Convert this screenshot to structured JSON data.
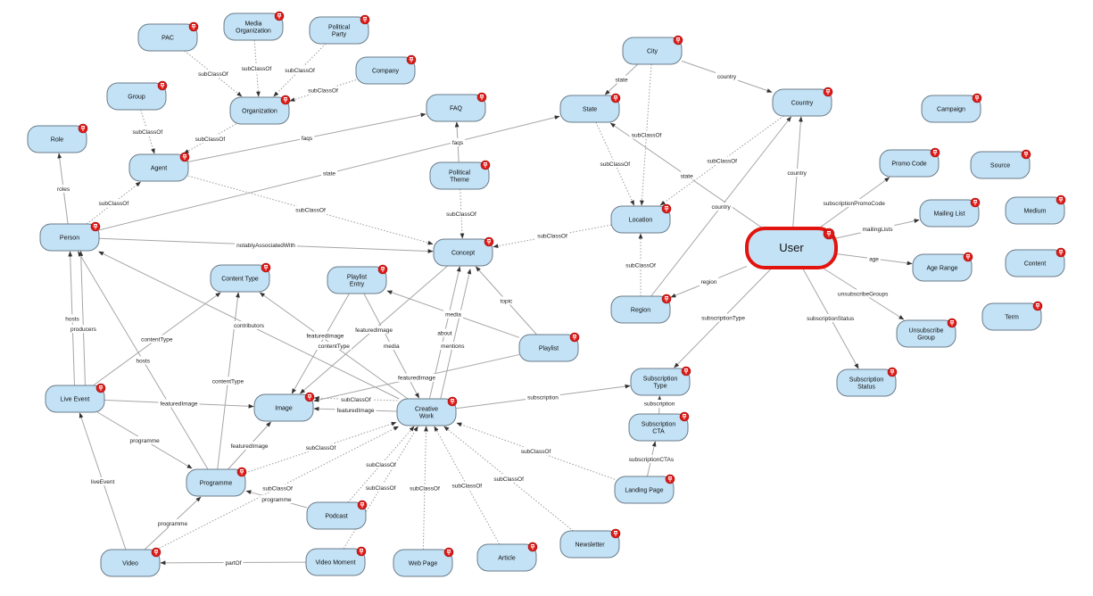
{
  "nodes": [
    {
      "id": "pac",
      "label": [
        "PAC"
      ]
    },
    {
      "id": "mediaorg",
      "label": [
        "Media",
        "Organization"
      ]
    },
    {
      "id": "polparty",
      "label": [
        "Political",
        "Party"
      ]
    },
    {
      "id": "company",
      "label": [
        "Company"
      ]
    },
    {
      "id": "group",
      "label": [
        "Group"
      ]
    },
    {
      "id": "organization",
      "label": [
        "Organization"
      ]
    },
    {
      "id": "role",
      "label": [
        "Role"
      ]
    },
    {
      "id": "agent",
      "label": [
        "Agent"
      ]
    },
    {
      "id": "faq",
      "label": [
        "FAQ"
      ]
    },
    {
      "id": "poltheme",
      "label": [
        "Political",
        "Theme"
      ]
    },
    {
      "id": "city",
      "label": [
        "City"
      ]
    },
    {
      "id": "state",
      "label": [
        "State"
      ]
    },
    {
      "id": "country",
      "label": [
        "Country"
      ]
    },
    {
      "id": "campaign",
      "label": [
        "Campaign"
      ]
    },
    {
      "id": "promocode",
      "label": [
        "Promo Code"
      ]
    },
    {
      "id": "source",
      "label": [
        "Source"
      ]
    },
    {
      "id": "mailinglist",
      "label": [
        "Mailing List"
      ]
    },
    {
      "id": "medium",
      "label": [
        "Medium"
      ]
    },
    {
      "id": "location",
      "label": [
        "Location"
      ]
    },
    {
      "id": "user",
      "label": [
        "User"
      ],
      "main": true
    },
    {
      "id": "content",
      "label": [
        "Content"
      ]
    },
    {
      "id": "agerange",
      "label": [
        "Age Range"
      ]
    },
    {
      "id": "person",
      "label": [
        "Person"
      ]
    },
    {
      "id": "concept",
      "label": [
        "Concept"
      ]
    },
    {
      "id": "contenttype",
      "label": [
        "Content Type"
      ]
    },
    {
      "id": "playlistentry",
      "label": [
        "Playlist",
        "Entry"
      ]
    },
    {
      "id": "region",
      "label": [
        "Region"
      ]
    },
    {
      "id": "term",
      "label": [
        "Term"
      ]
    },
    {
      "id": "unsubgroup",
      "label": [
        "Unsubscribe",
        "Group"
      ]
    },
    {
      "id": "playlist",
      "label": [
        "Playlist"
      ]
    },
    {
      "id": "liveevent",
      "label": [
        "Live Event"
      ]
    },
    {
      "id": "image",
      "label": [
        "Image"
      ]
    },
    {
      "id": "creativework",
      "label": [
        "Creative",
        "Work"
      ]
    },
    {
      "id": "subtype",
      "label": [
        "Subscription",
        "Type"
      ]
    },
    {
      "id": "substatus",
      "label": [
        "Subscription",
        "Status"
      ]
    },
    {
      "id": "subcta",
      "label": [
        "Subscription",
        "CTA"
      ]
    },
    {
      "id": "programme",
      "label": [
        "Programme"
      ]
    },
    {
      "id": "landingpage",
      "label": [
        "Landing Page"
      ]
    },
    {
      "id": "podcast",
      "label": [
        "Podcast"
      ]
    },
    {
      "id": "video",
      "label": [
        "Video"
      ]
    },
    {
      "id": "videomoment",
      "label": [
        "Video Moment"
      ]
    },
    {
      "id": "webpage",
      "label": [
        "Web Page"
      ]
    },
    {
      "id": "article",
      "label": [
        "Article"
      ]
    },
    {
      "id": "newsletter",
      "label": [
        "Newsletter"
      ]
    }
  ],
  "edges": [
    {
      "from": "pac",
      "to": "organization",
      "label": "subClassOf",
      "dotted": true
    },
    {
      "from": "mediaorg",
      "to": "organization",
      "label": "subClassOf",
      "dotted": true
    },
    {
      "from": "polparty",
      "to": "organization",
      "label": "subClassOf",
      "dotted": true
    },
    {
      "from": "company",
      "to": "organization",
      "label": "subClassOf",
      "dotted": true
    },
    {
      "from": "group",
      "to": "agent",
      "label": "subClassOf",
      "dotted": true
    },
    {
      "from": "organization",
      "to": "agent",
      "label": "subClassOf",
      "dotted": true
    },
    {
      "from": "agent",
      "to": "faq",
      "label": "faqs"
    },
    {
      "from": "person",
      "to": "role",
      "label": "roles"
    },
    {
      "from": "person",
      "to": "agent",
      "label": "subClassOf",
      "dotted": true
    },
    {
      "from": "person",
      "to": "state",
      "label": "state"
    },
    {
      "from": "agent",
      "to": "concept",
      "label": "subClassOf",
      "dotted": true
    },
    {
      "from": "person",
      "to": "concept",
      "label": "notablyAssociatedWith"
    },
    {
      "from": "poltheme",
      "to": "faq",
      "label": "faqs"
    },
    {
      "from": "poltheme",
      "to": "concept",
      "label": "subClassOf",
      "dotted": true
    },
    {
      "from": "city",
      "to": "state",
      "label": "state"
    },
    {
      "from": "city",
      "to": "country",
      "label": "country"
    },
    {
      "from": "city",
      "to": "location",
      "label": "subClassOf",
      "dotted": true
    },
    {
      "from": "state",
      "to": "location",
      "label": "subClassOf",
      "dotted": true
    },
    {
      "from": "country",
      "to": "location",
      "label": "subClassOf",
      "dotted": true
    },
    {
      "from": "location",
      "to": "concept",
      "label": "subClassOf",
      "dotted": true
    },
    {
      "from": "user",
      "to": "state",
      "label": "state"
    },
    {
      "from": "user",
      "to": "country",
      "label": "country"
    },
    {
      "from": "region",
      "to": "country",
      "label": "country"
    },
    {
      "from": "region",
      "to": "location",
      "label": "subClassOf",
      "dotted": true
    },
    {
      "from": "user",
      "to": "region",
      "label": "region"
    },
    {
      "from": "user",
      "to": "promocode",
      "label": "subscriptionPromoCode"
    },
    {
      "from": "user",
      "to": "mailinglist",
      "label": "mailingLists"
    },
    {
      "from": "user",
      "to": "agerange",
      "label": "age"
    },
    {
      "from": "user",
      "to": "unsubgroup",
      "label": "unsubscribeGroups"
    },
    {
      "from": "user",
      "to": "substatus",
      "label": "subscriptionStatus"
    },
    {
      "from": "user",
      "to": "subtype",
      "label": "subscriptionType"
    },
    {
      "from": "liveevent",
      "to": "person",
      "label": "hosts"
    },
    {
      "from": "liveevent",
      "to": "person",
      "label": "producers",
      "bend": 1
    },
    {
      "from": "liveevent",
      "to": "contenttype",
      "label": "contentType"
    },
    {
      "from": "liveevent",
      "to": "image",
      "label": "featuredImage"
    },
    {
      "from": "programme",
      "to": "person",
      "label": "hosts"
    },
    {
      "from": "programme",
      "to": "contenttype",
      "label": "contentType"
    },
    {
      "from": "programme",
      "to": "image",
      "label": "featuredImage"
    },
    {
      "from": "programme",
      "to": "creativework",
      "label": "subClassOf",
      "dotted": true
    },
    {
      "from": "liveevent",
      "to": "programme",
      "label": "programme"
    },
    {
      "from": "video",
      "to": "liveevent",
      "label": "liveEvent"
    },
    {
      "from": "video",
      "to": "programme",
      "label": "programme"
    },
    {
      "from": "video",
      "to": "creativework",
      "label": "subClassOf",
      "dotted": true
    },
    {
      "from": "podcast",
      "to": "programme",
      "label": "programme"
    },
    {
      "from": "podcast",
      "to": "creativework",
      "label": "subClassOf",
      "dotted": true
    },
    {
      "from": "videomoment",
      "to": "video",
      "label": "partOf"
    },
    {
      "from": "videomoment",
      "to": "creativework",
      "label": "subClassOf",
      "dotted": true
    },
    {
      "from": "webpage",
      "to": "creativework",
      "label": "subClassOf",
      "dotted": true
    },
    {
      "from": "article",
      "to": "creativework",
      "label": "subClassOf",
      "dotted": true
    },
    {
      "from": "newsletter",
      "to": "creativework",
      "label": "subClassOf",
      "dotted": true
    },
    {
      "from": "landingpage",
      "to": "creativework",
      "label": "subClassOf",
      "dotted": true
    },
    {
      "from": "landingpage",
      "to": "subcta",
      "label": "subscriptionCTAs"
    },
    {
      "from": "subcta",
      "to": "subtype",
      "label": "subscription"
    },
    {
      "from": "creativework",
      "to": "subtype",
      "label": "subscription"
    },
    {
      "from": "creativework",
      "to": "person",
      "label": "contributors"
    },
    {
      "from": "creativework",
      "to": "contenttype",
      "label": "contentType"
    },
    {
      "from": "creativework",
      "to": "image",
      "label": "featuredImage"
    },
    {
      "from": "creativework",
      "to": "concept",
      "label": "about"
    },
    {
      "from": "creativework",
      "to": "concept",
      "label": "mentions",
      "bend": 1
    },
    {
      "from": "creativework",
      "to": "image",
      "label": "subClassOf",
      "dotted": true,
      "bend": 1
    },
    {
      "from": "playlistentry",
      "to": "creativework",
      "label": "media"
    },
    {
      "from": "playlistentry",
      "to": "image",
      "label": "featuredImage"
    },
    {
      "from": "playlist",
      "to": "playlistentry",
      "label": "media"
    },
    {
      "from": "playlist",
      "to": "concept",
      "label": "topic"
    },
    {
      "from": "playlist",
      "to": "image",
      "label": "featuredImage"
    },
    {
      "from": "concept",
      "to": "image",
      "label": "featuredImage"
    }
  ],
  "colors": {
    "node_fill": "#c3e2f6",
    "pin": "#dd1a17",
    "selected_border": "#e2140f"
  },
  "pin_icon": "pushpin-icon"
}
